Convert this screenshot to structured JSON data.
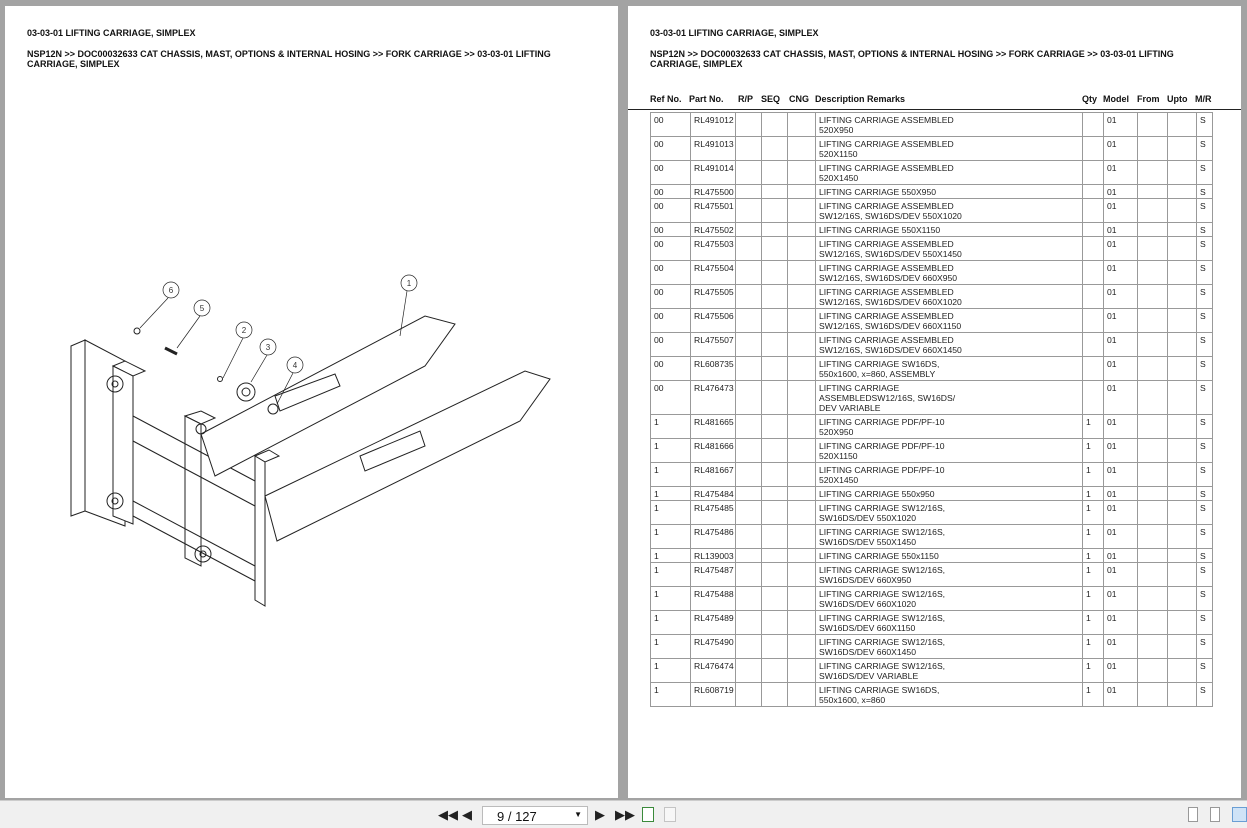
{
  "left_page": {
    "title": "03-03-01 LIFTING CARRIAGE, SIMPLEX",
    "breadcrumb": "NSP12N >> DOC00032633 CAT CHASSIS, MAST, OPTIONS & INTERNAL HOSING >> FORK CARRIAGE >> 03-03-01 LIFTING CARRIAGE, SIMPLEX",
    "callouts": [
      "1",
      "2",
      "3",
      "4",
      "5",
      "6"
    ]
  },
  "right_page": {
    "title": "03-03-01 LIFTING CARRIAGE, SIMPLEX",
    "breadcrumb": "NSP12N >> DOC00032633 CAT CHASSIS, MAST, OPTIONS & INTERNAL HOSING >> FORK CARRIAGE >> 03-03-01 LIFTING CARRIAGE, SIMPLEX",
    "columns": [
      "Ref No.",
      "Part No.",
      "R/P",
      "SEQ",
      "CNG",
      "Description Remarks",
      "Qty",
      "Model",
      "From",
      "Upto",
      "M/R"
    ],
    "rows": [
      [
        "00",
        "RL491012",
        "",
        "",
        "",
        "LIFTING CARRIAGE ASSEMBLED\n520X950",
        "",
        "01",
        "",
        "",
        "S"
      ],
      [
        "00",
        "RL491013",
        "",
        "",
        "",
        "LIFTING CARRIAGE ASSEMBLED\n520X1150",
        "",
        "01",
        "",
        "",
        "S"
      ],
      [
        "00",
        "RL491014",
        "",
        "",
        "",
        "LIFTING CARRIAGE ASSEMBLED\n520X1450",
        "",
        "01",
        "",
        "",
        "S"
      ],
      [
        "00",
        "RL475500",
        "",
        "",
        "",
        "LIFTING CARRIAGE 550X950",
        "",
        "01",
        "",
        "",
        "S"
      ],
      [
        "00",
        "RL475501",
        "",
        "",
        "",
        "LIFTING CARRIAGE ASSEMBLED\nSW12/16S, SW16DS/DEV 550X1020",
        "",
        "01",
        "",
        "",
        "S"
      ],
      [
        "00",
        "RL475502",
        "",
        "",
        "",
        "LIFTING CARRIAGE 550X1150",
        "",
        "01",
        "",
        "",
        "S"
      ],
      [
        "00",
        "RL475503",
        "",
        "",
        "",
        "LIFTING CARRIAGE ASSEMBLED\nSW12/16S, SW16DS/DEV 550X1450",
        "",
        "01",
        "",
        "",
        "S"
      ],
      [
        "00",
        "RL475504",
        "",
        "",
        "",
        "LIFTING CARRIAGE ASSEMBLED\nSW12/16S, SW16DS/DEV 660X950",
        "",
        "01",
        "",
        "",
        "S"
      ],
      [
        "00",
        "RL475505",
        "",
        "",
        "",
        "LIFTING CARRIAGE ASSEMBLED\nSW12/16S, SW16DS/DEV 660X1020",
        "",
        "01",
        "",
        "",
        "S"
      ],
      [
        "00",
        "RL475506",
        "",
        "",
        "",
        "LIFTING CARRIAGE ASSEMBLED\nSW12/16S, SW16DS/DEV 660X1150",
        "",
        "01",
        "",
        "",
        "S"
      ],
      [
        "00",
        "RL475507",
        "",
        "",
        "",
        "LIFTING CARRIAGE ASSEMBLED\nSW12/16S, SW16DS/DEV 660X1450",
        "",
        "01",
        "",
        "",
        "S"
      ],
      [
        "00",
        "RL608735",
        "",
        "",
        "",
        "LIFTING CARRIAGE SW16DS,\n550x1600, x=860, ASSEMBLY",
        "",
        "01",
        "",
        "",
        "S"
      ],
      [
        "00",
        "RL476473",
        "",
        "",
        "",
        "LIFTING CARRIAGE\nASSEMBLEDSW12/16S, SW16DS/\nDEV VARIABLE",
        "",
        "01",
        "",
        "",
        "S"
      ],
      [
        "1",
        "RL481665",
        "",
        "",
        "",
        "LIFTING CARRIAGE PDF/PF-10\n520X950",
        "1",
        "01",
        "",
        "",
        "S"
      ],
      [
        "1",
        "RL481666",
        "",
        "",
        "",
        "LIFTING CARRIAGE PDF/PF-10\n520X1150",
        "1",
        "01",
        "",
        "",
        "S"
      ],
      [
        "1",
        "RL481667",
        "",
        "",
        "",
        "LIFTING CARRIAGE PDF/PF-10\n520X1450",
        "1",
        "01",
        "",
        "",
        "S"
      ],
      [
        "1",
        "RL475484",
        "",
        "",
        "",
        "LIFTING CARRIAGE 550x950",
        "1",
        "01",
        "",
        "",
        "S"
      ],
      [
        "1",
        "RL475485",
        "",
        "",
        "",
        "LIFTING CARRIAGE SW12/16S,\nSW16DS/DEV 550X1020",
        "1",
        "01",
        "",
        "",
        "S"
      ],
      [
        "1",
        "RL475486",
        "",
        "",
        "",
        "LIFTING CARRIAGE SW12/16S,\nSW16DS/DEV 550X1450",
        "1",
        "01",
        "",
        "",
        "S"
      ],
      [
        "1",
        "RL139003",
        "",
        "",
        "",
        "LIFTING CARRIAGE 550x1150",
        "1",
        "01",
        "",
        "",
        "S"
      ],
      [
        "1",
        "RL475487",
        "",
        "",
        "",
        "LIFTING CARRIAGE SW12/16S,\nSW16DS/DEV 660X950",
        "1",
        "01",
        "",
        "",
        "S"
      ],
      [
        "1",
        "RL475488",
        "",
        "",
        "",
        "LIFTING CARRIAGE SW12/16S,\nSW16DS/DEV 660X1020",
        "1",
        "01",
        "",
        "",
        "S"
      ],
      [
        "1",
        "RL475489",
        "",
        "",
        "",
        "LIFTING CARRIAGE SW12/16S,\nSW16DS/DEV 660X1150",
        "1",
        "01",
        "",
        "",
        "S"
      ],
      [
        "1",
        "RL475490",
        "",
        "",
        "",
        "LIFTING CARRIAGE SW12/16S,\nSW16DS/DEV 660X1450",
        "1",
        "01",
        "",
        "",
        "S"
      ],
      [
        "1",
        "RL476474",
        "",
        "",
        "",
        "LIFTING CARRIAGE SW12/16S,\nSW16DS/DEV VARIABLE",
        "1",
        "01",
        "",
        "",
        "S"
      ],
      [
        "1",
        "RL608719",
        "",
        "",
        "",
        "LIFTING CARRIAGE SW16DS,\n550x1600, x=860",
        "1",
        "01",
        "",
        "",
        "S"
      ]
    ]
  },
  "toolbar": {
    "page_indicator": "9 / 127",
    "icons": [
      "first-page-icon",
      "prev-page-icon",
      "next-page-icon",
      "last-page-icon",
      "goto-previous-view-icon",
      "goto-next-view-icon",
      "single-page-icon",
      "continuous-page-icon",
      "two-page-icon"
    ]
  }
}
